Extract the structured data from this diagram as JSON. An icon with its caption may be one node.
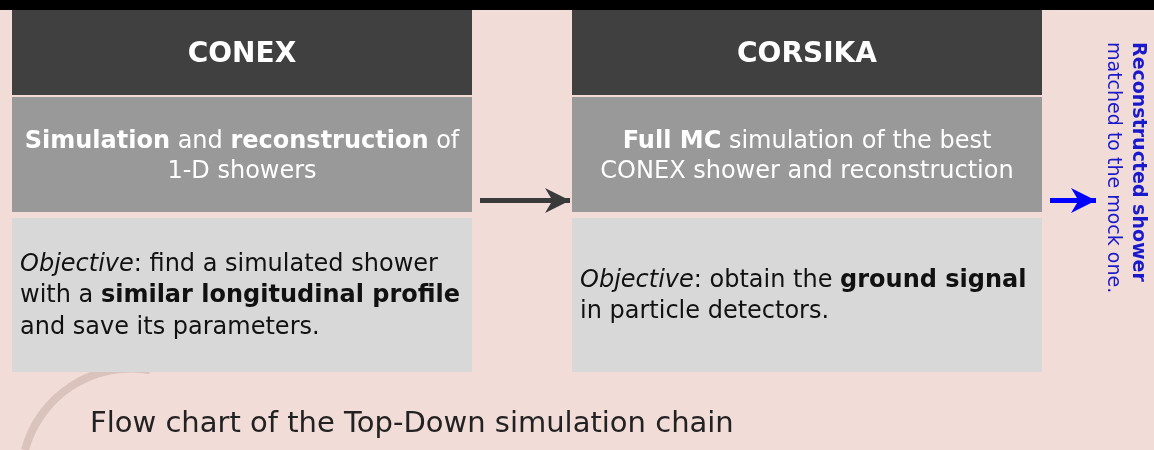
{
  "diagram": {
    "caption": "Flow chart of the Top-Down simulation chain",
    "nodes": [
      {
        "text": [
          "CONEX"
        ]
      },
      {
        "text": [
          "**Simulation** and **reconstruction** of 1-D showers"
        ]
      },
      {
        "text": [
          "*Objective*: find a simulated shower with a **similar longitudinal profile** and save its parameters."
        ]
      },
      {
        "text": [
          "CORSIKA"
        ]
      },
      {
        "text": [
          "**Full MC** simulation of the best CONEX shower and reconstruction"
        ]
      },
      {
        "text": [
          "*Objective*: obtain the **ground signal** in particle detectors."
        ]
      },
      {
        "text": [
          "**Reconstructed shower** matched to the mock one."
        ]
      }
    ],
    "edges": [
      {
        "from": 1,
        "to": 4,
        "arrow": "to"
      },
      {
        "from": 4,
        "to": 6,
        "arrow": "to",
        "color": "#0000ff"
      }
    ]
  }
}
